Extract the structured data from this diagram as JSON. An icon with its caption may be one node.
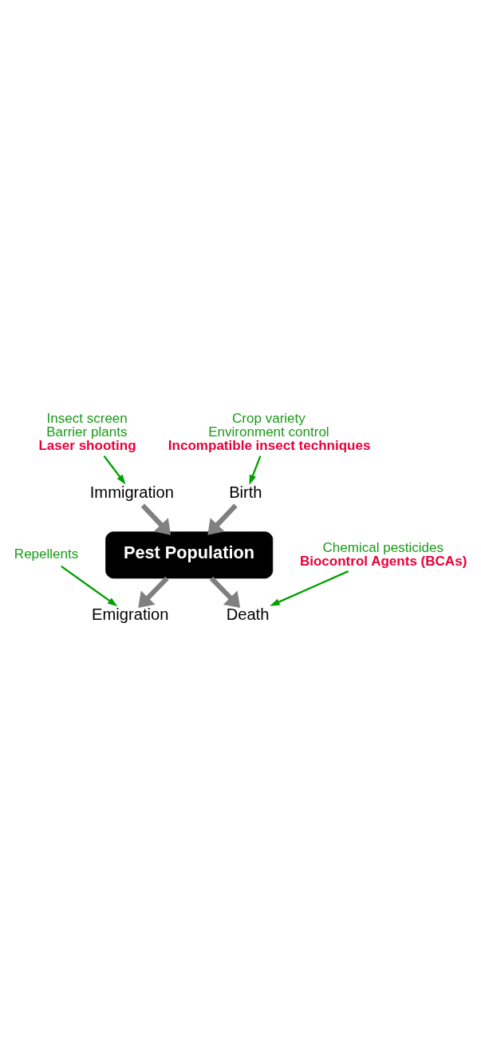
{
  "diagram": {
    "nodes": [
      {
        "text": [
          "Pest Population"
        ]
      },
      {
        "text": [
          "Immigration"
        ]
      },
      {
        "text": [
          "Birth"
        ]
      },
      {
        "text": [
          "Emigration"
        ]
      },
      {
        "text": [
          "Death"
        ]
      },
      {
        "text": [
          "Insect screen",
          "Barrier plants",
          "Laser shooting"
        ]
      },
      {
        "text": [
          "Crop variety",
          "Environment control",
          "Incompatible insect techniques"
        ]
      },
      {
        "text": [
          "Chemical pesticides",
          "Biocontrol Agents (BCAs)"
        ]
      },
      {
        "text": [
          "Repellents"
        ]
      }
    ],
    "edges": [
      {
        "from": 1,
        "to": 0,
        "arrow": "to",
        "style": "thick",
        "color": "#808080"
      },
      {
        "from": 2,
        "to": 0,
        "arrow": "to",
        "style": "thick",
        "color": "#808080"
      },
      {
        "from": 0,
        "to": 3,
        "arrow": "to",
        "style": "thick",
        "color": "#808080"
      },
      {
        "from": 0,
        "to": 4,
        "arrow": "to",
        "style": "thick",
        "color": "#808080"
      },
      {
        "from": 5,
        "to": 1,
        "arrow": "to",
        "color": "#00a000"
      },
      {
        "from": 6,
        "to": 2,
        "arrow": "to",
        "color": "#00a000"
      },
      {
        "from": 7,
        "to": 4,
        "arrow": "to",
        "color": "#00a000"
      },
      {
        "from": 8,
        "to": 3,
        "arrow": "to",
        "color": "#00a000"
      }
    ]
  }
}
